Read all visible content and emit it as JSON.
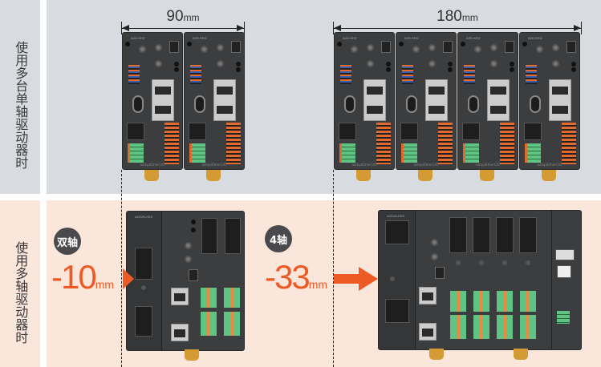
{
  "rows": [
    {
      "label": "使用多台单轴驱动器时"
    },
    {
      "label": "使用多轴驱动器时"
    }
  ],
  "dimensions": {
    "two_single": {
      "value": "90",
      "unit": "mm"
    },
    "four_single": {
      "value": "180",
      "unit": "mm"
    }
  },
  "comparisons": [
    {
      "badge": "双轴",
      "reduction": "-10",
      "unit": "mm"
    },
    {
      "badge": "4轴",
      "reduction": "-33",
      "unit": "mm"
    }
  ],
  "devices": {
    "single_axis_model": "AZD-KED",
    "multi_axis_2_model": "AZD2B-KED",
    "multi_axis_4_model": "AZD4A-KED",
    "brand": "αstep/EtherCAT"
  },
  "colors": {
    "top_band": "#d8dbe0",
    "bottom_band": "#fbe6dc",
    "accent": "#ee5a24",
    "badge": "#4a4a4c"
  }
}
